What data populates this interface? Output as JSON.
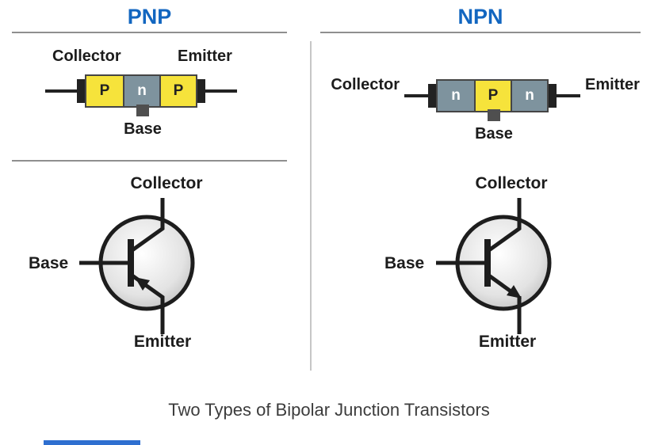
{
  "caption": "Two Types of Bipolar Junction Transistors",
  "colors": {
    "title_blue": "#1266c0",
    "p_layer_yellow": "#f6e33b",
    "n_layer_gray": "#7e939e",
    "line_dark": "#1d1d1d",
    "divider_gray": "#c6c6c6",
    "bottom_bar_blue": "#2e6fd0"
  },
  "pnp": {
    "title": "PNP",
    "block_diagram": {
      "left_terminal": "Collector",
      "right_terminal": "Emitter",
      "bottom_terminal": "Base",
      "layers": [
        "P",
        "n",
        "P"
      ]
    },
    "symbol": {
      "top_terminal": "Collector",
      "left_terminal": "Base",
      "bottom_terminal": "Emitter"
    }
  },
  "npn": {
    "title": "NPN",
    "block_diagram": {
      "left_terminal": "Collector",
      "right_terminal": "Emitter",
      "bottom_terminal": "Base",
      "layers": [
        "n",
        "P",
        "n"
      ]
    },
    "symbol": {
      "top_terminal": "Collector",
      "left_terminal": "Base",
      "bottom_terminal": "Emitter"
    }
  }
}
